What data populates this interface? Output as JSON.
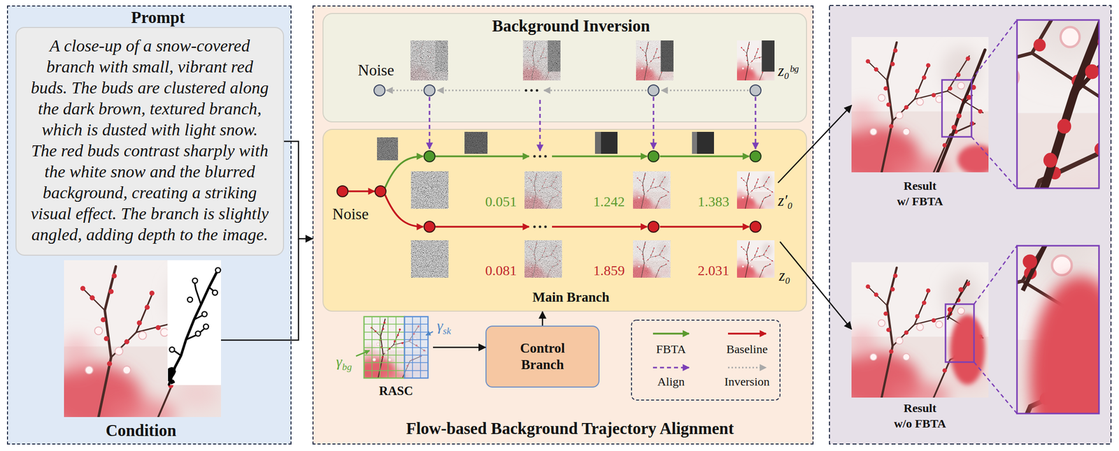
{
  "diagram": {
    "nodes": [
      {
        "text": [
          "Prompt",
          "Condition"
        ]
      },
      {
        "text": [
          "A close-up of a snow-covered branch with small, vibrant red buds. The buds are clustered along the dark brown, textured branch, which is dusted with light snow. The red buds contrast sharply with the white snow and the blurred background, creating a striking visual effect. The branch is slightly angled, adding depth to the image."
        ],
        "in": 0
      },
      {
        "text": [
          "Flow-based Background Trajectory Alignment"
        ]
      },
      {
        "text": [
          "Background Inversion"
        ],
        "in": 2
      },
      {
        "text": [
          "Main Branch"
        ],
        "in": 2
      },
      {
        "text": [
          "RASC"
        ],
        "in": 2
      },
      {
        "text": [
          "Control Branch"
        ],
        "in": 2
      },
      {
        "text": [
          "Result w/ FBTA"
        ]
      },
      {
        "text": [
          "Result w/o FBTA"
        ]
      }
    ],
    "edges": [
      {
        "from": 1,
        "to": 2,
        "arrow": "to"
      },
      {
        "from": 5,
        "to": 6,
        "arrow": "to"
      },
      {
        "from": 6,
        "to": 4,
        "arrow": "to"
      },
      {
        "from": 4,
        "to": 7,
        "arrow": "to"
      },
      {
        "from": 4,
        "to": 8,
        "arrow": "to"
      }
    ],
    "labels": [
      "Noise",
      "z₀ᵇᵍ",
      "Noise",
      "0.051",
      "1.242",
      "1.383",
      "z′₀",
      "0.081",
      "1.859",
      "2.031",
      "z₀",
      "γbg",
      "γsk"
    ],
    "legend": [
      {
        "text": "FBTA"
      },
      {
        "text": "Baseline"
      },
      {
        "text": "Align"
      },
      {
        "text": "Inversion"
      }
    ]
  }
}
